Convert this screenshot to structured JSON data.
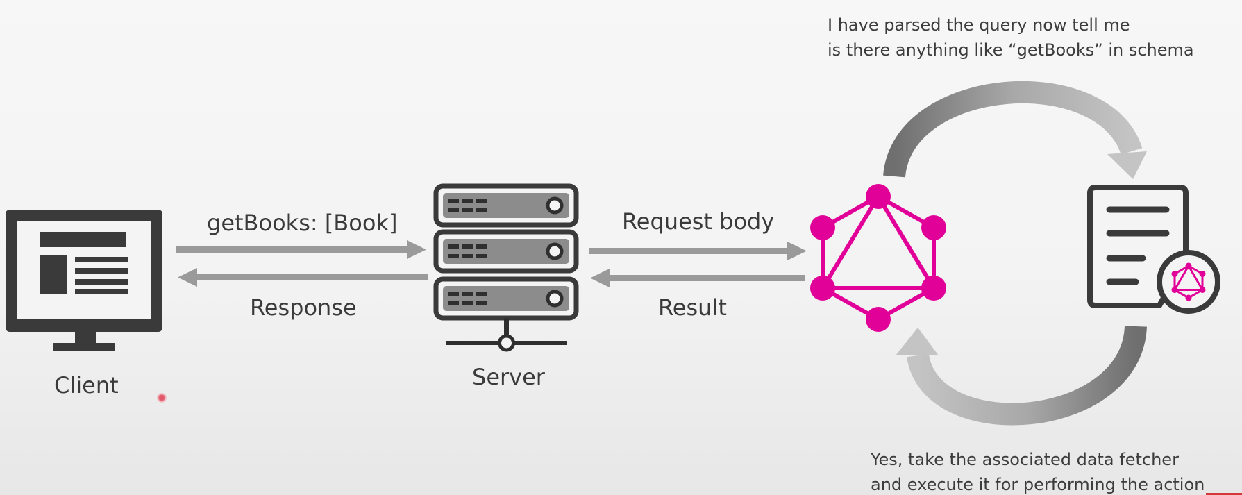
{
  "diagram": {
    "client": {
      "label": "Client",
      "icon": "monitor-icon"
    },
    "server": {
      "label": "Server",
      "icon": "server-rack-icon"
    },
    "graphql": {
      "icon": "graphql-logo-icon",
      "color": "#e10098"
    },
    "schema": {
      "icon": "schema-document-icon"
    },
    "edges": {
      "client_to_server": "getBooks: [Book]",
      "server_to_client": "Response",
      "server_to_graphql": "Request body",
      "graphql_to_server": "Result"
    },
    "annotations": {
      "top": [
        "I have parsed the query now tell me",
        "is there anything like “getBooks” in schema"
      ],
      "bottom": [
        "Yes, take the associated data fetcher",
        "and execute it for performing the action"
      ]
    },
    "colors": {
      "icon_dark": "#3a3a3a",
      "arrow_gray": "#9a9a9a",
      "accent": "#e10098"
    }
  }
}
